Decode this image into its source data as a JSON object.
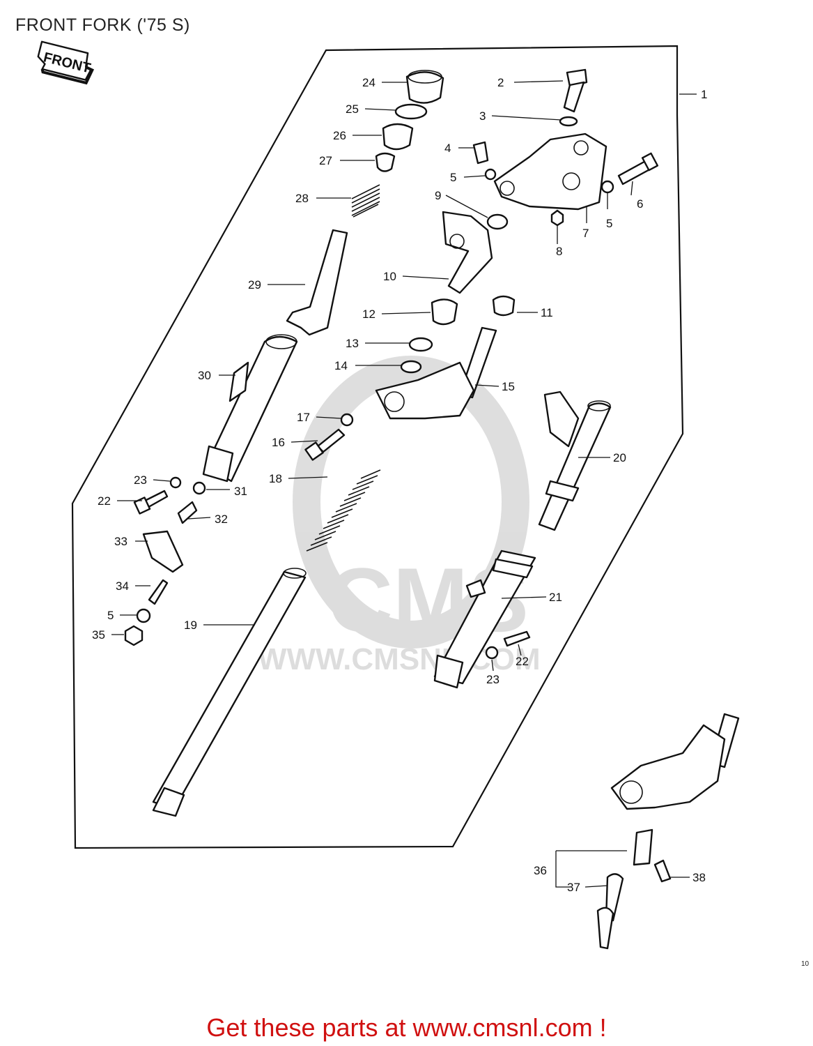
{
  "header": {
    "title": "FRONT FORK ('75 S)"
  },
  "front_badge": {
    "label": "FRONT"
  },
  "watermark": {
    "brand": "CMS",
    "url": "WWW.CMSNL.COM"
  },
  "footer": {
    "cta": "Get these parts at www.cmsnl.com !"
  },
  "diagram_code": "10",
  "callouts": [
    {
      "id": "c1",
      "label": "1"
    },
    {
      "id": "c2",
      "label": "2"
    },
    {
      "id": "c3",
      "label": "3"
    },
    {
      "id": "c4",
      "label": "4"
    },
    {
      "id": "c5a",
      "label": "5"
    },
    {
      "id": "c5b",
      "label": "5"
    },
    {
      "id": "c5c",
      "label": "5"
    },
    {
      "id": "c6",
      "label": "6"
    },
    {
      "id": "c7",
      "label": "7"
    },
    {
      "id": "c8",
      "label": "8"
    },
    {
      "id": "c9",
      "label": "9"
    },
    {
      "id": "c10",
      "label": "10"
    },
    {
      "id": "c11",
      "label": "11"
    },
    {
      "id": "c12",
      "label": "12"
    },
    {
      "id": "c13",
      "label": "13"
    },
    {
      "id": "c14",
      "label": "14"
    },
    {
      "id": "c15",
      "label": "15"
    },
    {
      "id": "c16",
      "label": "16"
    },
    {
      "id": "c17",
      "label": "17"
    },
    {
      "id": "c18",
      "label": "18"
    },
    {
      "id": "c19",
      "label": "19"
    },
    {
      "id": "c20",
      "label": "20"
    },
    {
      "id": "c21",
      "label": "21"
    },
    {
      "id": "c22a",
      "label": "22"
    },
    {
      "id": "c22b",
      "label": "22"
    },
    {
      "id": "c23a",
      "label": "23"
    },
    {
      "id": "c23b",
      "label": "23"
    },
    {
      "id": "c24",
      "label": "24"
    },
    {
      "id": "c25",
      "label": "25"
    },
    {
      "id": "c26",
      "label": "26"
    },
    {
      "id": "c27",
      "label": "27"
    },
    {
      "id": "c28",
      "label": "28"
    },
    {
      "id": "c29",
      "label": "29"
    },
    {
      "id": "c30",
      "label": "30"
    },
    {
      "id": "c31",
      "label": "31"
    },
    {
      "id": "c32",
      "label": "32"
    },
    {
      "id": "c33",
      "label": "33"
    },
    {
      "id": "c34",
      "label": "34"
    },
    {
      "id": "c35",
      "label": "35"
    },
    {
      "id": "c36",
      "label": "36"
    },
    {
      "id": "c37",
      "label": "37"
    },
    {
      "id": "c38",
      "label": "38"
    }
  ]
}
